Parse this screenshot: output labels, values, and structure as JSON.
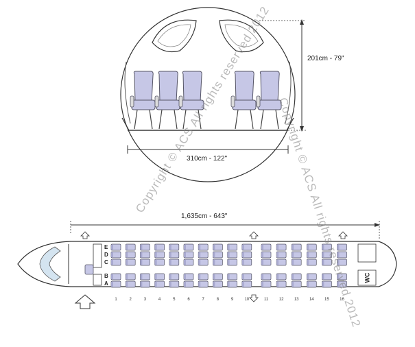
{
  "dimensions": {
    "cabin_height": "201cm - 79\"",
    "cabin_width": "310cm - 122\"",
    "cabin_length": "1,635cm  -  643\""
  },
  "seat_letters": [
    "E",
    "D",
    "C",
    "B",
    "A"
  ],
  "rows": [
    "1",
    "2",
    "3",
    "4",
    "5",
    "6",
    "7",
    "8",
    "9",
    "10",
    "11",
    "12",
    "13",
    "14",
    "15",
    "16"
  ],
  "lavatory_label": "WC",
  "watermark": {
    "text_1": "Copyright © ACS All rights reserved 2012",
    "text_2": "Copyright © ACS All rights reserved 2012"
  },
  "colors": {
    "seat_fill": "#c6c7e6",
    "seat_stroke": "#555566",
    "line": "#333333"
  }
}
